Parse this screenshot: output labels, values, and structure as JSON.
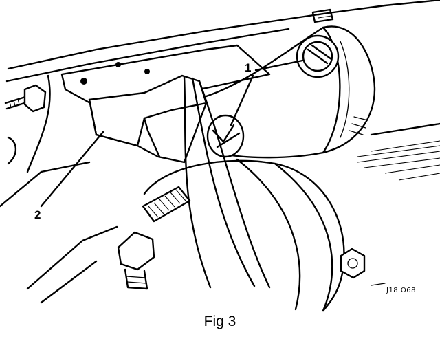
{
  "figure": {
    "callouts": [
      {
        "id": "1",
        "label": "1"
      },
      {
        "id": "2",
        "label": "2"
      }
    ],
    "reference_code": "J18 O68",
    "caption": "Fig 3"
  }
}
